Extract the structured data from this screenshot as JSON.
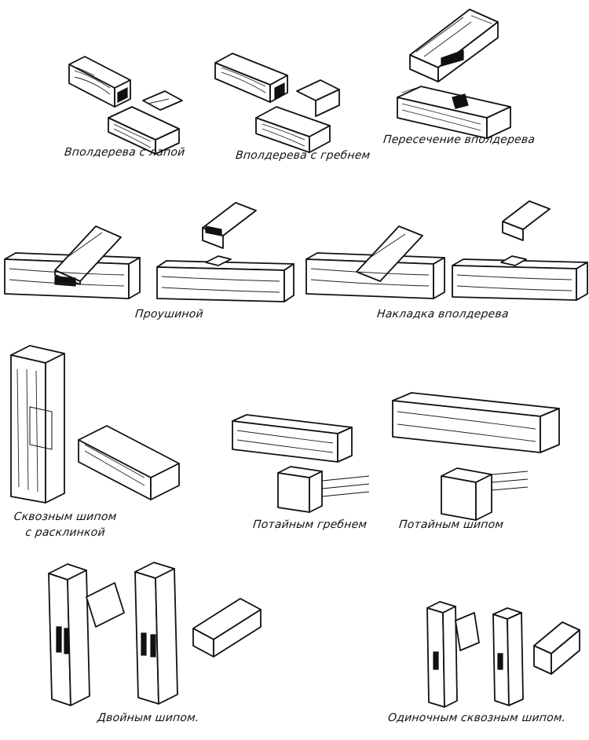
{
  "captions": {
    "half_lap_paw": "Вполдерева с лапой",
    "half_lap_ridge": "Вполдерева с гребнем",
    "cross_half_lap": "Пересечение вполдерева",
    "bridle": "Проушиной",
    "overlay_half": "Накладка вполдерева",
    "through_tenon_line1": "Сквозным шипом",
    "through_tenon_line2": "с расклинкой",
    "hidden_ridge": "Потайным гребнем",
    "hidden_tenon": "Потайным шипом",
    "double_tenon": "Двойным шипом.",
    "single_through_tenon": "Одиночным сквозным шипом."
  }
}
